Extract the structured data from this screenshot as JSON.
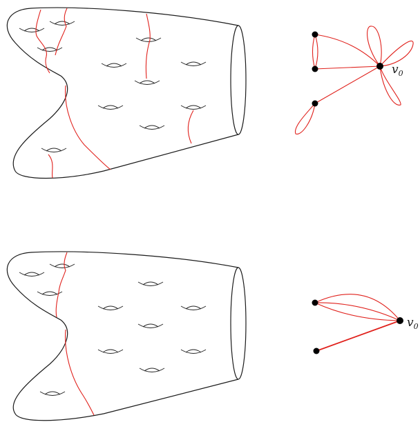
{
  "top_panel": {
    "graph": {
      "vertex_label": "v",
      "vertex_label_sub": "0"
    }
  },
  "bottom_panel": {
    "graph": {
      "vertex_label": "v",
      "vertex_label_sub": "0"
    }
  },
  "colors": {
    "curve": "#e0201b",
    "outline": "#1a1a1a",
    "vertex": "#000000"
  }
}
